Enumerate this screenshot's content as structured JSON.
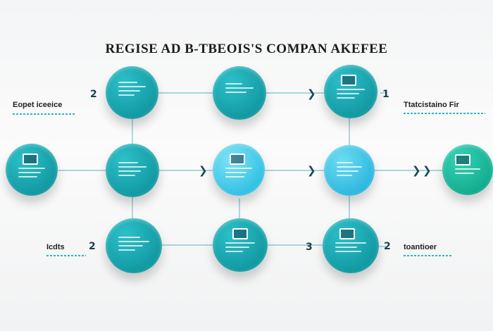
{
  "title": "REGISE AD B-TBEOIS'S COMPAN AKEFEE",
  "side_labels": {
    "left_top": "Eopet iceeice",
    "left_bottom": "Icdts",
    "right_top": "Ttatcistaino Fir",
    "right_bottom": "toantioer"
  },
  "badges": {
    "b1": "2",
    "b2": "1",
    "b3": "2",
    "b4": "3",
    "b5": "2"
  },
  "chevron_glyph": "❯",
  "colors": {
    "teal_dark": "#14949c",
    "teal_mid": "#1aa8b3",
    "cyan": "#3cc9e6",
    "green_teal": "#16b99a",
    "line": "#8fcad0"
  },
  "nodes": [
    {
      "id": "r1c1",
      "icon": "screen-icon",
      "has_icon": false
    },
    {
      "id": "r1c2",
      "icon": "screen-icon",
      "has_icon": false
    },
    {
      "id": "r1c3",
      "icon": "monitor-icon",
      "has_icon": true
    },
    {
      "id": "r2c0",
      "icon": "monitor-icon",
      "has_icon": true
    },
    {
      "id": "r2c1",
      "icon": "screen-icon",
      "has_icon": false
    },
    {
      "id": "r2c2",
      "icon": "monitor-icon",
      "has_icon": true
    },
    {
      "id": "r2c3",
      "icon": "screen-icon",
      "has_icon": false
    },
    {
      "id": "r2c4",
      "icon": "monitor-icon",
      "has_icon": true
    },
    {
      "id": "r3c1",
      "icon": "screen-icon",
      "has_icon": false
    },
    {
      "id": "r3c2",
      "icon": "monitor-icon",
      "has_icon": true
    },
    {
      "id": "r3c3",
      "icon": "monitor-icon",
      "has_icon": true
    }
  ]
}
